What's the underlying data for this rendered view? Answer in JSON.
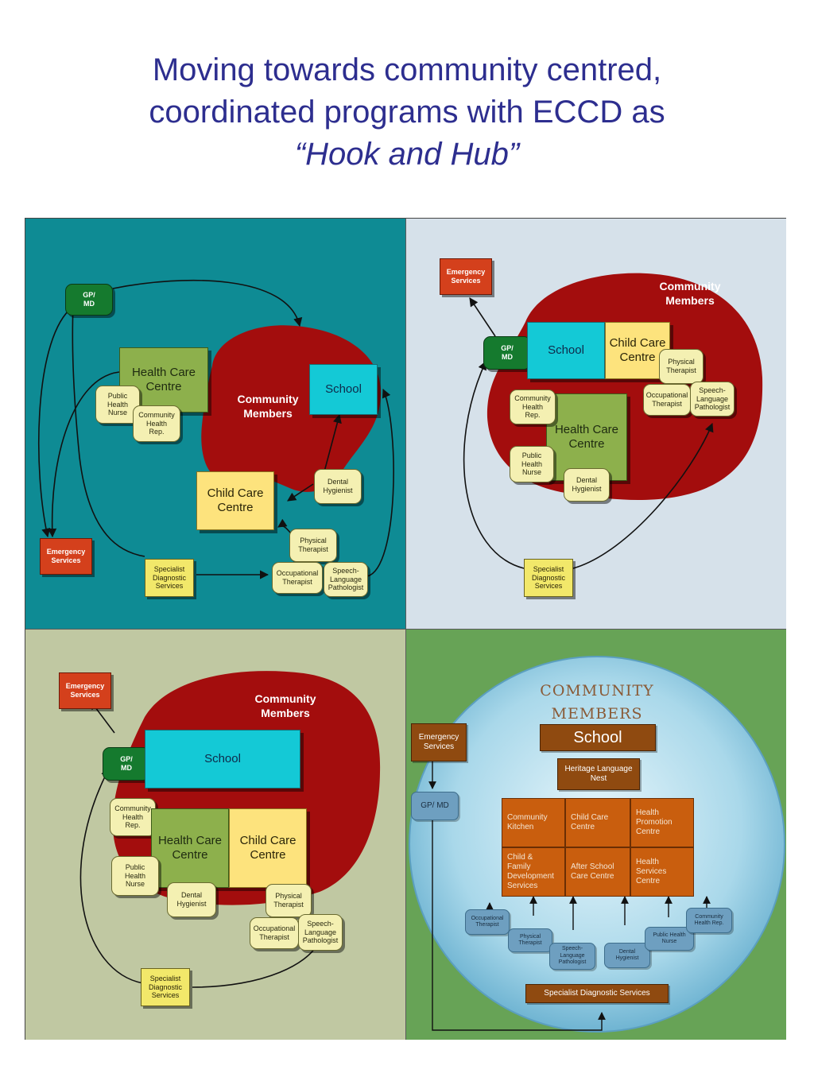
{
  "title": {
    "line1": "Moving towards community centred,",
    "line2": "coordinated programs with ECCD as",
    "line3": "“Hook and Hub”"
  },
  "colors": {
    "title": "#2d2e8f",
    "blob": "#a30d0d",
    "panel1_bg": "#0e8b94",
    "panel2_bg": "#d6e1ea",
    "panel3_bg": "#c0c8a2",
    "panel4_bg": "#67a356",
    "hub_circle": "#a9d8ea",
    "brown_box": "#8f4a10",
    "orange_box": "#c95e0e"
  },
  "panel1": {
    "community": "Community\nMembers",
    "gp": "GP/\nMD",
    "health_care": "Health Care\nCentre",
    "public_health_nurse": "Public\nHealth\nNurse",
    "community_health_rep": "Community\nHealth\nRep.",
    "school": "School",
    "child_care": "Child Care\nCentre",
    "dental": "Dental\nHygienist",
    "physical": "Physical\nTherapist",
    "occupational": "Occupational\nTherapist",
    "speech": "Speech-\nLanguage\nPathologist",
    "emergency": "Emergency\nServices",
    "specialist": "Specialist\nDiagnostic\nServices"
  },
  "panel2": {
    "emergency": "Emergency\nServices",
    "community": "Community\nMembers",
    "gp": "GP/\nMD",
    "school": "School",
    "child_care": "Child Care\nCentre",
    "physical": "Physical\nTherapist",
    "occupational": "Occupational\nTherapist",
    "speech": "Speech-\nLanguage\nPathologist",
    "community_health_rep": "Community\nHealth\nRep.",
    "health_care": "Health Care\nCentre",
    "public_health_nurse": "Public\nHealth\nNurse",
    "dental": "Dental\nHygienist",
    "specialist": "Specialist\nDiagnostic\nServices"
  },
  "panel3": {
    "emergency": "Emergency\nServices",
    "community": "Community\nMembers",
    "gp": "GP/\nMD",
    "school": "School",
    "community_health_rep": "Community\nHealth\nRep.",
    "health_care": "Health Care\nCentre",
    "child_care": "Child Care\nCentre",
    "public_health_nurse": "Public\nHealth\nNurse",
    "dental": "Dental\nHygienist",
    "physical": "Physical\nTherapist",
    "occupational": "Occupational\nTherapist",
    "speech": "Speech-\nLanguage\nPathologist",
    "specialist": "Specialist\nDiagnostic\nServices"
  },
  "panel4": {
    "community": "community\nmembers",
    "school": "School",
    "emergency": "Emergency\nServices",
    "gp": "GP/ MD",
    "heritage": "Heritage Language\nNest",
    "community_kitchen": "Community\nKitchen",
    "child_care": "Child Care\nCentre",
    "health_promotion": "Health\nPromotion\nCentre",
    "child_family": "Child &\nFamily\nDevelopment\nServices",
    "after_school": "After School\nCare Centre",
    "health_services": "Health\nServices\nCentre",
    "occupational": "Occupational\nTherapist",
    "physical": "Physical\nTherapist",
    "speech": "Speech-\nLanguage\nPathologist",
    "dental": "Dental\nHygienist",
    "public_health_nurse": "Public Health\nNurse",
    "community_health_rep": "Community\nHealth Rep.",
    "specialist": "Specialist Diagnostic Services"
  }
}
